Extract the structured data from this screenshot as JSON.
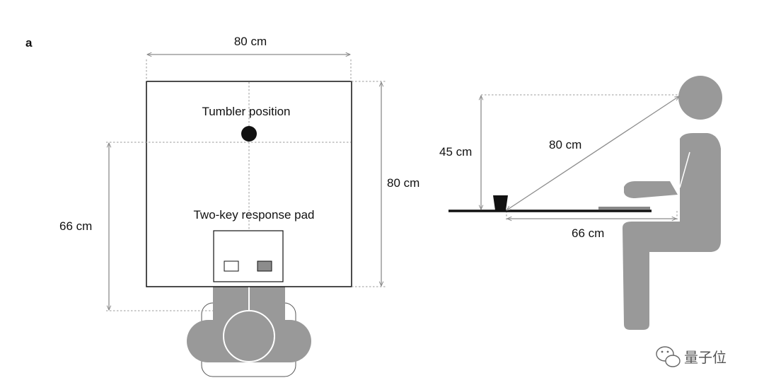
{
  "panel_label": "a",
  "top_view": {
    "width_label": "80 cm",
    "height_label": "80 cm",
    "distance_label": "66 cm",
    "tumbler_label": "Tumbler position",
    "pad_label": "Two-key response pad"
  },
  "side_view": {
    "height_label": "45 cm",
    "diagonal_label": "80 cm",
    "distance_label": "66 cm"
  },
  "watermark": {
    "text": "量子位",
    "icon": "wechat-icon"
  },
  "colors": {
    "figure": "#999999",
    "table_edge": "#111111",
    "pad_key_filled": "#8c8c8c"
  }
}
